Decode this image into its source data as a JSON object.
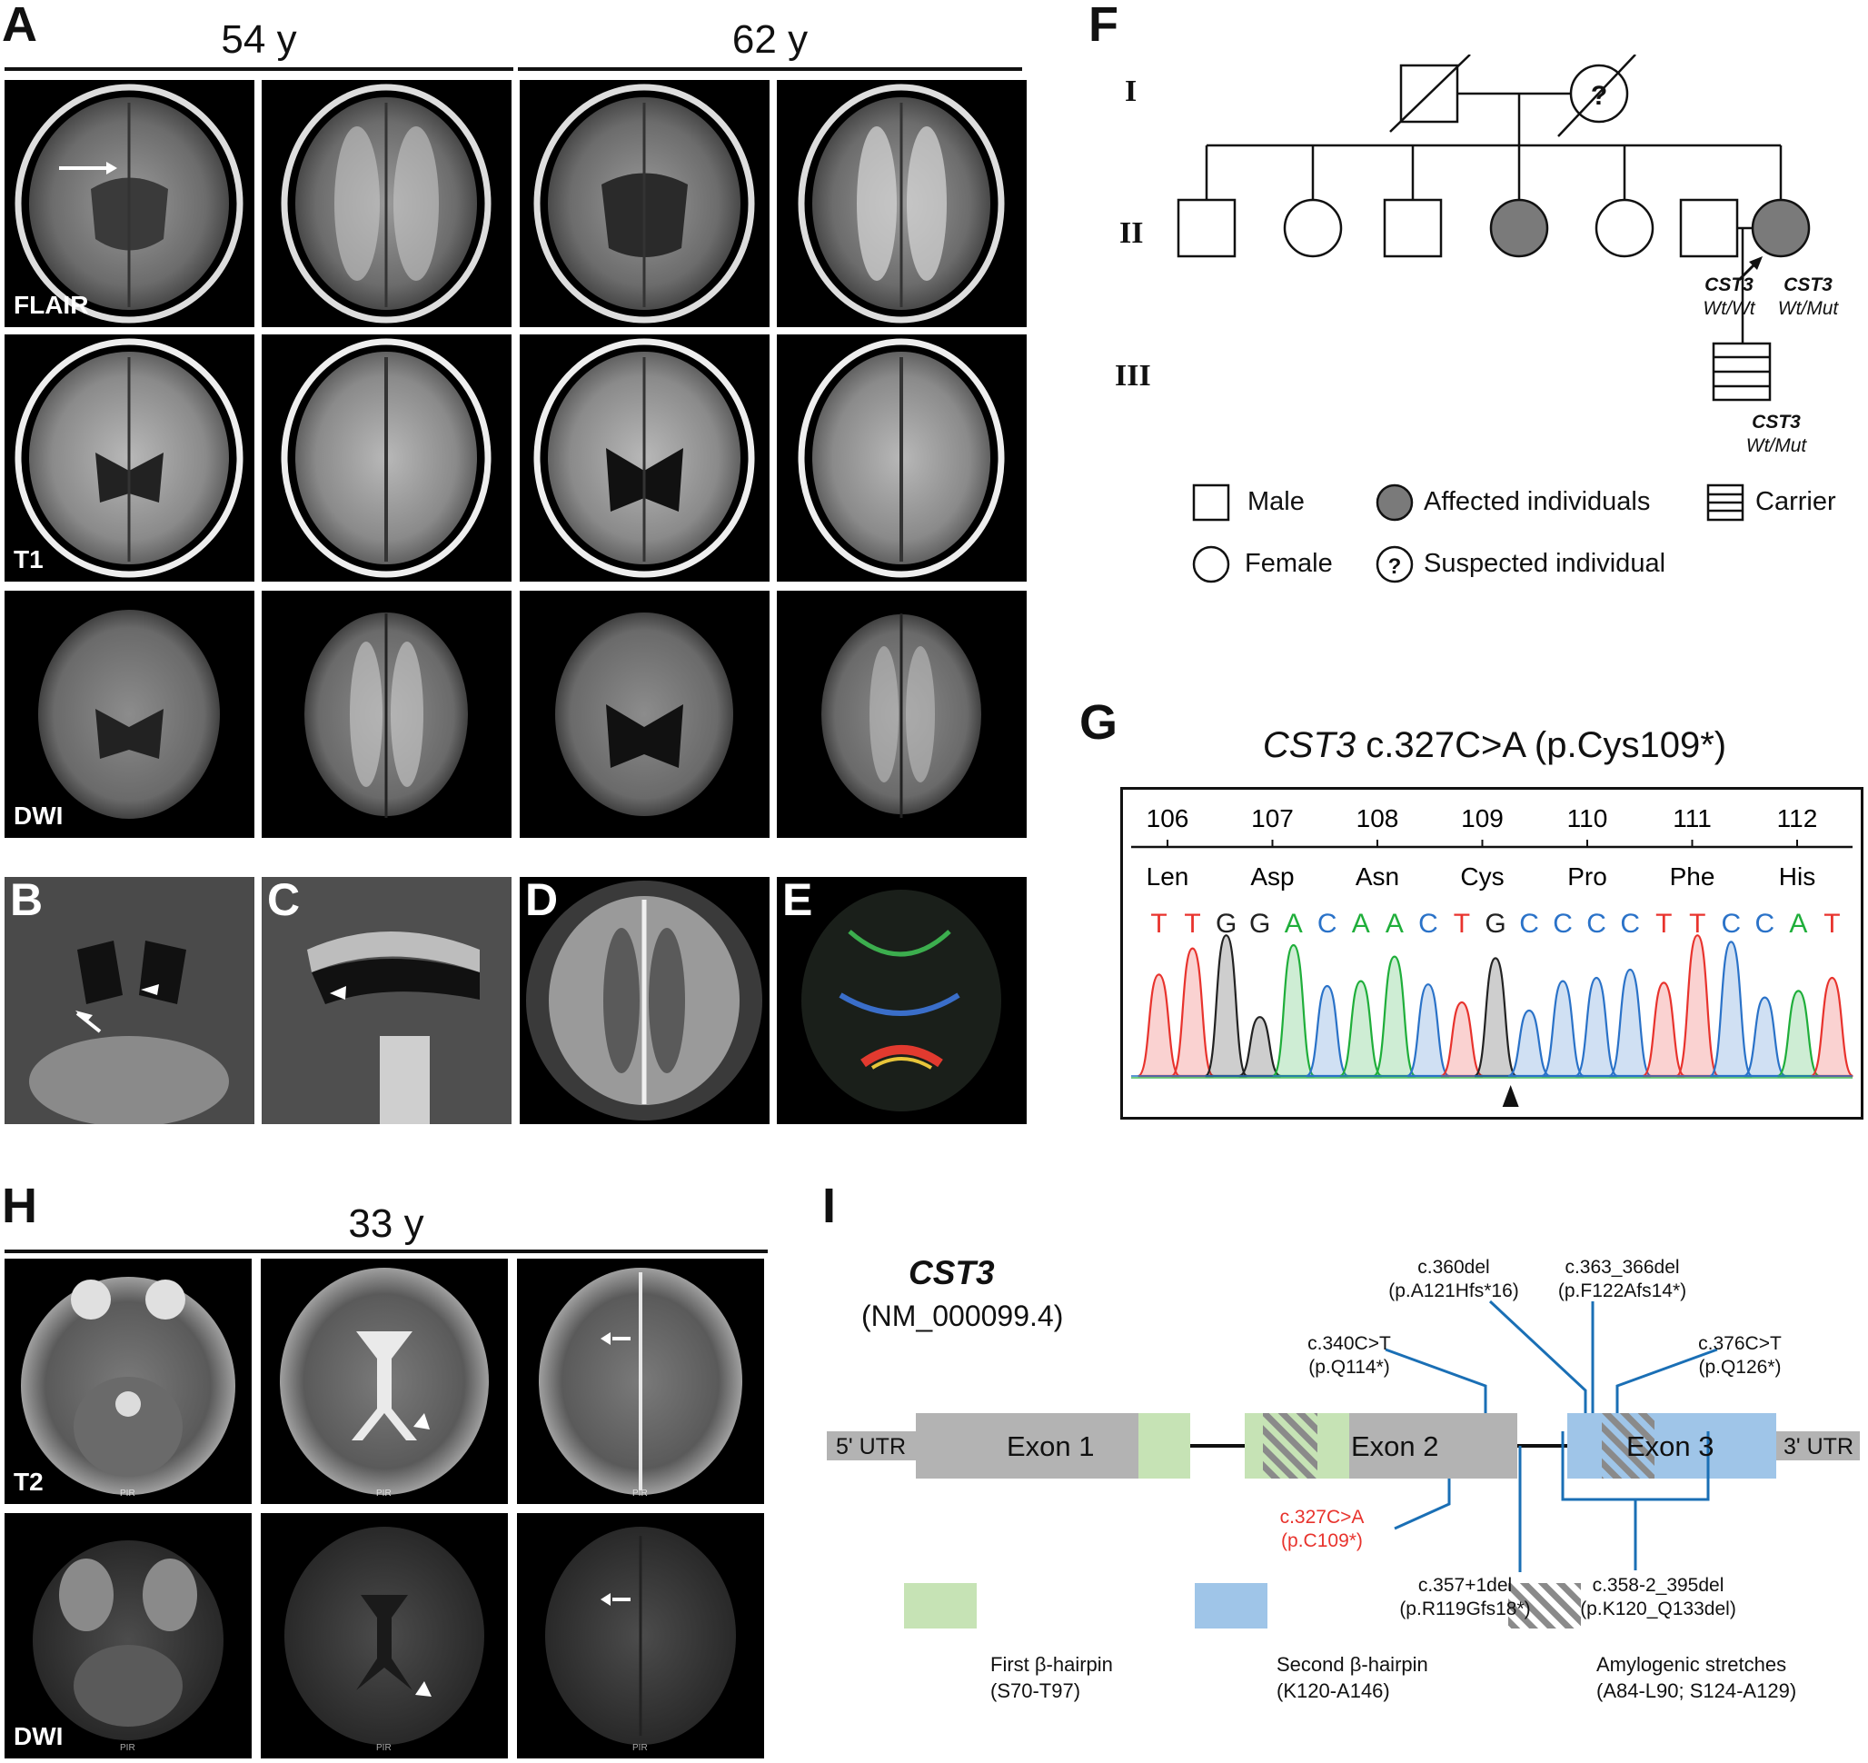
{
  "panels": {
    "A": "A",
    "B": "B",
    "C": "C",
    "D": "D",
    "E": "E",
    "F": "F",
    "G": "G",
    "H": "H",
    "I": "I"
  },
  "panelA": {
    "age_left": "54 y",
    "age_right": "62 y",
    "seq_flair": "FLAIR",
    "seq_t1": "T1",
    "seq_dwi": "DWI"
  },
  "panelH": {
    "age": "33 y",
    "seq_t2": "T2",
    "seq_dwi": "DWI",
    "pir": "PIR"
  },
  "pedigree": {
    "gen_I": "I",
    "gen_II": "II",
    "gen_III": "III",
    "suspected_mark": "?",
    "geno_father": {
      "gene": "CST3",
      "genotype": "Wt/Wt"
    },
    "geno_proband": {
      "gene": "CST3",
      "genotype": "Wt/Mut"
    },
    "geno_child": {
      "gene": "CST3",
      "genotype": "Wt/Mut"
    },
    "legend": {
      "male": "Male",
      "female": "Female",
      "affected": "Affected individuals",
      "suspected": "Suspected individual",
      "carrier": "Carrier"
    }
  },
  "chromatogram": {
    "gene": "CST3",
    "title_rest": " c.327C>A (p.Cys109*)",
    "positions": [
      "106",
      "107",
      "108",
      "109",
      "110",
      "111",
      "112"
    ],
    "aminoacids": [
      "Len",
      "Asp",
      "Asn",
      "Cys",
      "Pro",
      "Phe",
      "His"
    ],
    "bases": [
      "T",
      "T",
      "G",
      "G",
      "A",
      "C",
      "A",
      "A",
      "C",
      "T",
      "G",
      "C",
      "C",
      "C",
      "C",
      "T",
      "T",
      "C",
      "C",
      "A",
      "T"
    ],
    "base_colors": {
      "T": "#e8332d",
      "G": "#222222",
      "A": "#1fae3a",
      "C": "#2a72c8"
    },
    "peak_heights": [
      0.62,
      0.78,
      0.86,
      0.36,
      0.8,
      0.55,
      0.58,
      0.73,
      0.56,
      0.45,
      0.72,
      0.4,
      0.58,
      0.6,
      0.65,
      0.57,
      0.86,
      0.82,
      0.48,
      0.52,
      0.6
    ],
    "mutation_index": 11
  },
  "gene": {
    "name": "CST3",
    "accession": "(NM_000099.4)",
    "utr5": "5' UTR",
    "utr3": "3' UTR",
    "exon1": "Exon 1",
    "exon2": "Exon 2",
    "exon3": "Exon 3",
    "variants_above": [
      {
        "c": "c.360del",
        "p": "(p.A121Hfs*16)"
      },
      {
        "c": "c.363_366del",
        "p": "(p.F122Afs14*)"
      },
      {
        "c": "c.340C>T",
        "p": "(p.Q114*)"
      },
      {
        "c": "c.376C>T",
        "p": "(p.Q126*)"
      }
    ],
    "variants_below": [
      {
        "c": "c.327C>A",
        "p": "(p.C109*)",
        "color": "#e8332d"
      },
      {
        "c": "c.357+1del",
        "p": "(p.R119Gfs18*)"
      },
      {
        "c": "c.358-2_395del",
        "p": "(p.K120_Q133del)"
      }
    ],
    "legend": [
      {
        "name": "First β-hairpin",
        "range": "(S70-T97)",
        "color": "#c6e3b5"
      },
      {
        "name": "Second β-hairpin",
        "range": "(K120-A146)",
        "color": "#9fc5e8"
      },
      {
        "name": "Amylogenic stretches",
        "range": "(A84-L90; S124-A129)",
        "color": "#9a9a9a"
      }
    ],
    "colors": {
      "exon": "#b3b3b3",
      "hairpin1": "#c6e3b5",
      "hairpin2": "#9fc5e8",
      "line": "#1a6fb5",
      "mut": "#e8332d"
    }
  }
}
